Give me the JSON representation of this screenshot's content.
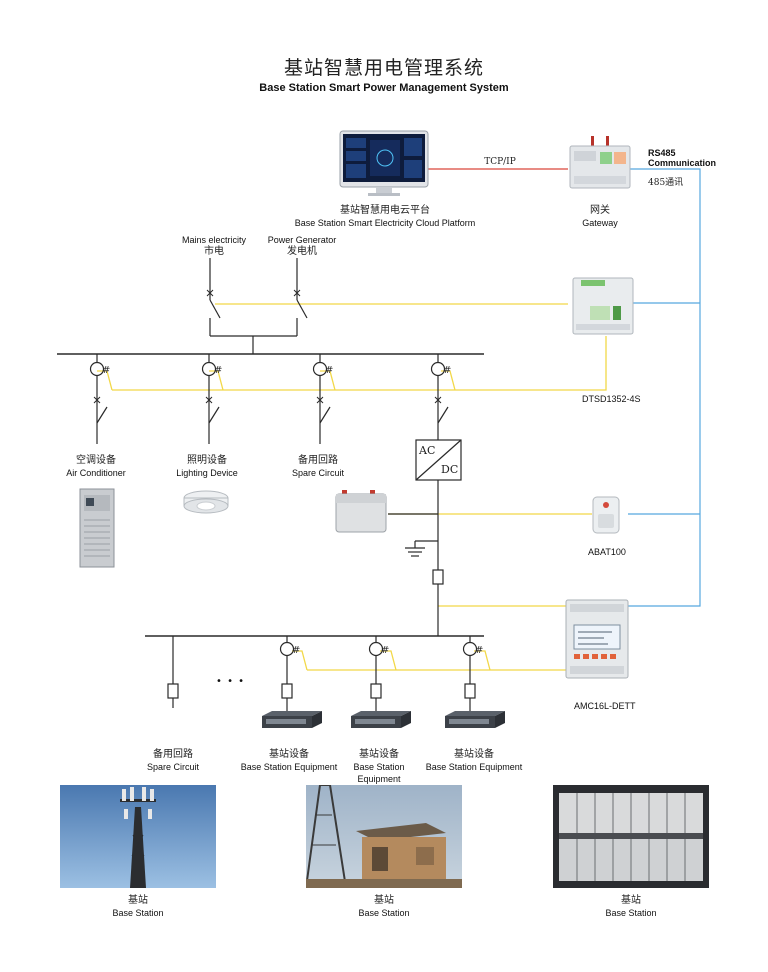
{
  "header": {
    "title_cn": "基站智慧用电管理系统",
    "title_en": "Base Station Smart Power Management System"
  },
  "links": {
    "tcp_ip": "TCP/IP",
    "rs485_line1": "RS485",
    "rs485_line2": "Communication",
    "rs485_cn": "485通讯"
  },
  "platform": {
    "cn": "基站智慧用电云平台",
    "en": "Base Station Smart Electricity Cloud Platform"
  },
  "gateway": {
    "cn": "网关",
    "en": "Gateway"
  },
  "sources": {
    "mains_en": "Mains electricity",
    "mains_cn": "市电",
    "generator_en": "Power Generator",
    "generator_cn": "发电机"
  },
  "devices": {
    "dtsd": "DTSD1352-4S",
    "abat": "ABAT100",
    "amc": "AMC16L-DETT"
  },
  "converter": {
    "ac": "AC",
    "dc": "DC"
  },
  "loads_top": [
    {
      "cn": "空调设备",
      "en": "Air Conditioner"
    },
    {
      "cn": "照明设备",
      "en": "Lighting Device"
    },
    {
      "cn": "备用回路",
      "en": "Spare Circuit"
    }
  ],
  "loads_bottom": [
    {
      "cn": "备用回路",
      "en": "Spare Circuit"
    },
    {
      "cn": "基站设备",
      "en": "Base Station Equipment"
    },
    {
      "cn": "基站设备",
      "en_line1": "Base Station",
      "en_line2": "Equipment"
    },
    {
      "cn": "基站设备",
      "en": "Base Station Equipment"
    }
  ],
  "ellipsis": "• • •",
  "photos": [
    {
      "cn": "基站",
      "en": "Base Station"
    },
    {
      "cn": "基站",
      "en": "Base Station"
    },
    {
      "cn": "基站",
      "en": "Base Station"
    }
  ],
  "colors": {
    "wire": "#2a2a2a",
    "signal_yellow": "#f2d848",
    "rs485_blue": "#56a8df",
    "tcp_red": "#d9463b"
  }
}
